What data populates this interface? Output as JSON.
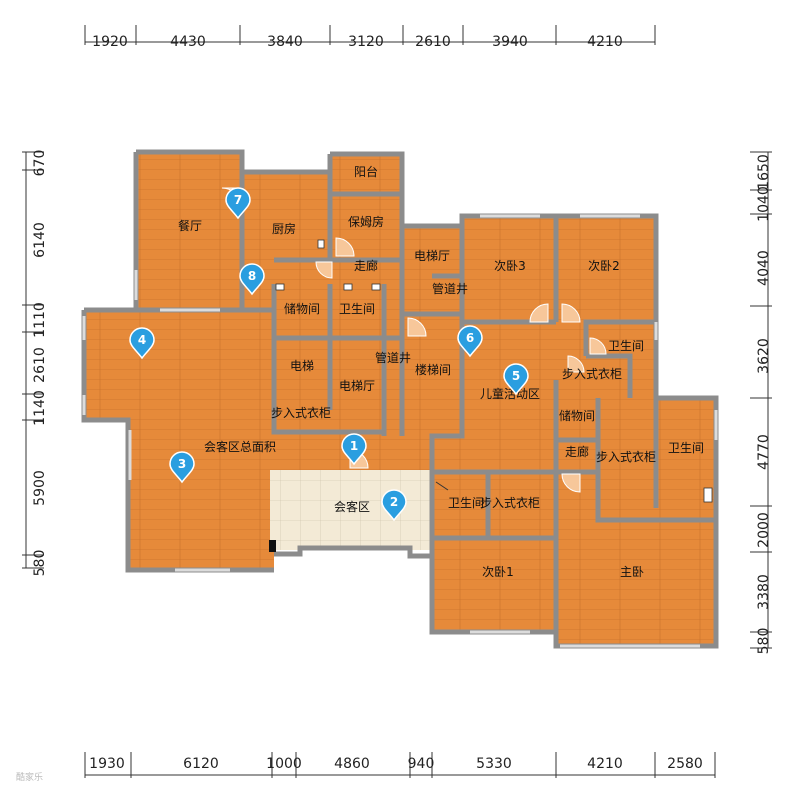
{
  "colors": {
    "floor": "#e68a3a",
    "floor_line": "#c06a22",
    "wall": "#8c8c8c",
    "tile": "#f3ead6",
    "tile_line": "#c9bfa8",
    "marker": "#2a9ee0",
    "dim_line": "#333333"
  },
  "dimensions": {
    "top": [
      "1920",
      "4430",
      "3840",
      "3120",
      "2610",
      "3940",
      "4210"
    ],
    "bottom": [
      "1930",
      "6120",
      "1000",
      "4860",
      "940",
      "5330",
      "4210",
      "2580"
    ],
    "left": [
      "670",
      "6140",
      "1110",
      "2610",
      "1140",
      "5900",
      "580"
    ],
    "right": [
      "1650",
      "1040",
      "4040",
      "3620",
      "4770",
      "2000",
      "3380",
      "580"
    ]
  },
  "rooms": {
    "balcony": "阳台",
    "nanny_room": "保姆房",
    "dining": "餐厅",
    "kitchen": "厨房",
    "corridor_north": "走廊",
    "elevator_hall_north": "电梯厅",
    "pipe_shaft_north": "管道井",
    "bedroom_3": "次卧3",
    "bedroom_2": "次卧2",
    "storage_north": "储物间",
    "bathroom_center": "卫生间",
    "bathroom_east": "卫生间",
    "elevator": "电梯",
    "pipe_shaft_center": "管道井",
    "elevator_hall_center": "电梯厅",
    "stairwell": "楼梯间",
    "kids_area": "儿童活动区",
    "walkin_east": "步入式衣柜",
    "walkin_west": "步入式衣柜",
    "storage_east": "储物间",
    "corridor_east": "走廊",
    "walkin_master": "步入式衣柜",
    "bathroom_master": "卫生间",
    "reception_total": "会客区总面积",
    "reception": "会客区",
    "bathroom_south": "卫生间",
    "walkin_south": "步入式衣柜",
    "bedroom_1": "次卧1",
    "master_bedroom": "主卧"
  },
  "markers": [
    "1",
    "2",
    "3",
    "4",
    "5",
    "6",
    "7",
    "8"
  ],
  "watermark": "酷家乐"
}
